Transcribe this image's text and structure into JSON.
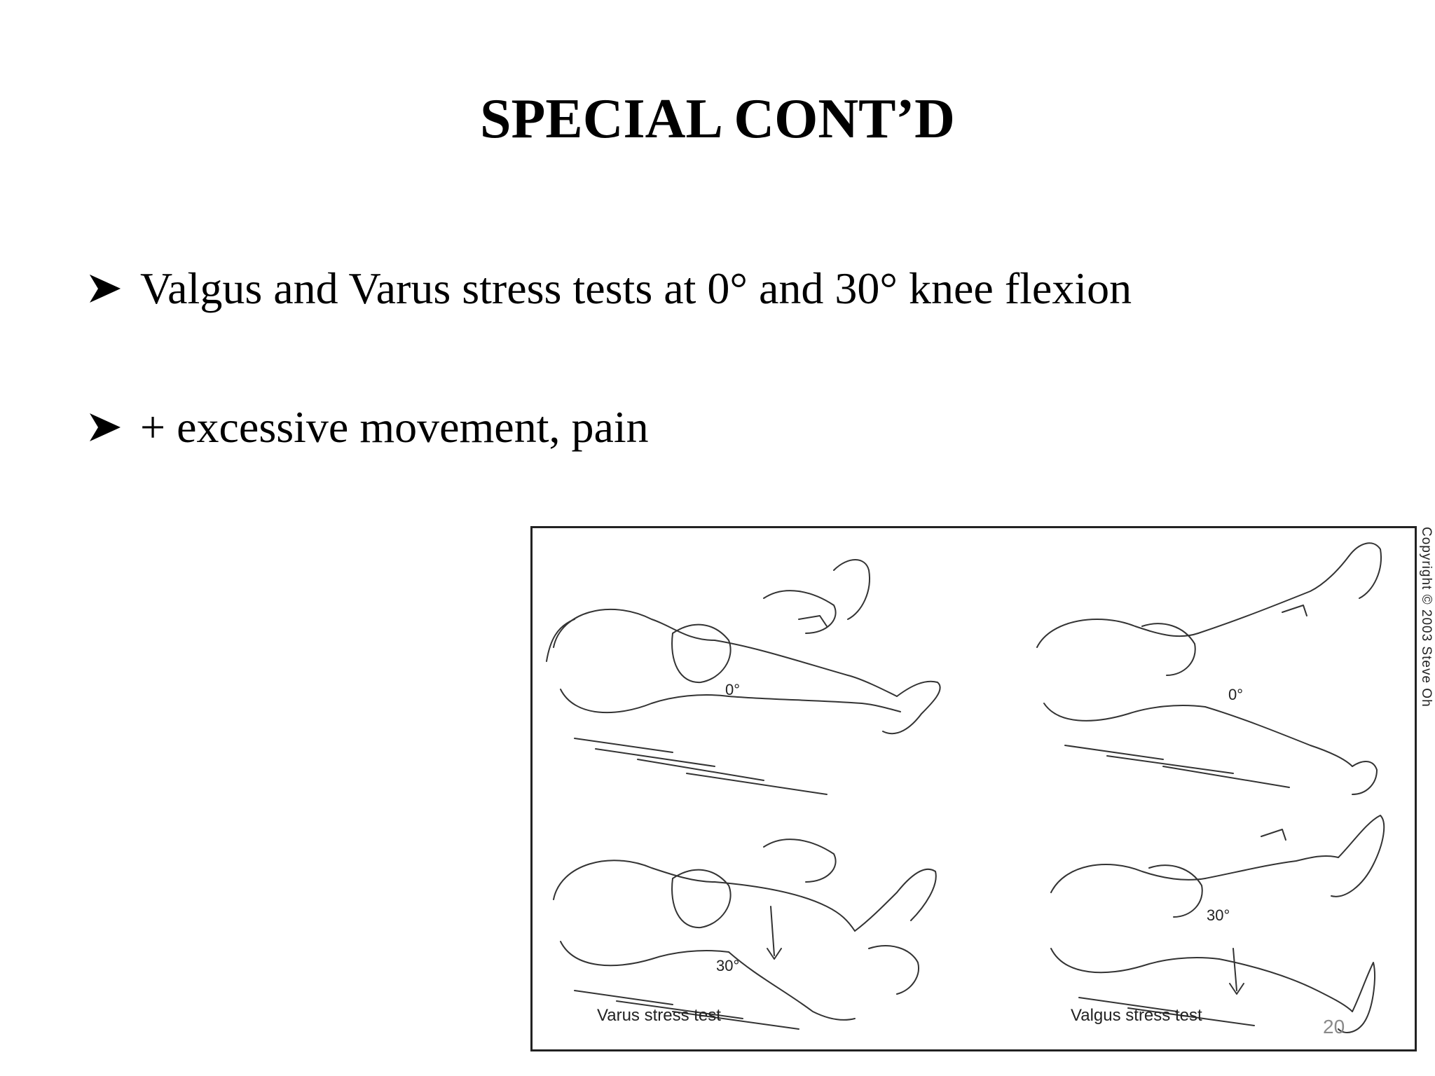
{
  "slide": {
    "title": "SPECIAL CONT’D",
    "bullets": [
      {
        "text": "Valgus and Varus stress tests at 0° and 30° knee flexion",
        "icon": "arrowhead-bullet-icon"
      },
      {
        "text": "+ excessive movement, pain",
        "icon": "arrowhead-bullet-icon"
      }
    ],
    "page_number": "20"
  },
  "figure": {
    "panels": [
      {
        "angle_label": "0°"
      },
      {
        "angle_label": "0°"
      },
      {
        "angle_label": "30°"
      },
      {
        "angle_label": "30°"
      }
    ],
    "captions": {
      "left": "Varus stress test",
      "right": "Valgus stress test"
    },
    "copyright": "Copyright © 2003 Steve Oh"
  }
}
